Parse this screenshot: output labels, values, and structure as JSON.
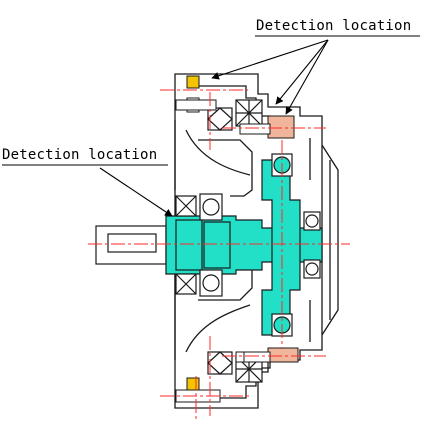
{
  "labels": {
    "top": "Detection location",
    "left": "Detection location"
  },
  "colors": {
    "shaft": "#22e0c8",
    "sensor_yellow": "#f5c400",
    "sensor_pink": "#f0b59a",
    "centerline": "#ff2a2a",
    "outline": "#1a1a1a",
    "label_text": "#000000"
  },
  "icons": [
    "arrow-head"
  ]
}
